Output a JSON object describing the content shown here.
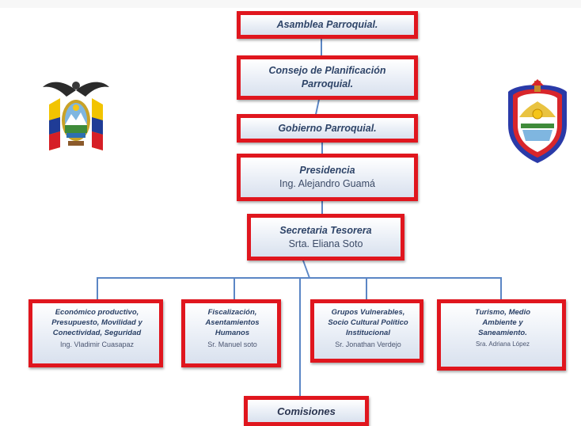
{
  "org": {
    "asamblea": "Asamblea Parroquial.",
    "consejo": "Consejo de Planificación\nParroquial.",
    "gobierno": "Gobierno Parroquial.",
    "presidencia": {
      "title": "Presidencia",
      "name": "Ing. Alejandro Guamá"
    },
    "secretaria": {
      "title": "Secretaria Tesorera",
      "name": "Srta. Eliana Soto"
    },
    "departments": [
      {
        "title": "Económico productivo,\nPresupuesto, Movilidad y\nConectividad, Seguridad",
        "name": "Ing. Vladimir Cuasapaz"
      },
      {
        "title": "Fiscalización,\nAsentamientos\nHumanos",
        "name": "Sr. Manuel soto"
      },
      {
        "title": "Grupos Vulnerables,\nSocio Cultural Político\nInstitucional",
        "name": "Sr. Jonathan Verdejo"
      },
      {
        "title": "Turismo, Medio\nAmbiente y\nSaneamiento.",
        "name": "Sra. Adriana López"
      }
    ],
    "comisiones": "Comisiones"
  },
  "colors": {
    "box_border": "#e0161e",
    "connector": "#5b86c5",
    "text": "#2e4468"
  },
  "icons": {
    "left_emblem": "ecuador-coat-of-arms-icon",
    "right_emblem": "parish-shield-emblem-icon"
  }
}
